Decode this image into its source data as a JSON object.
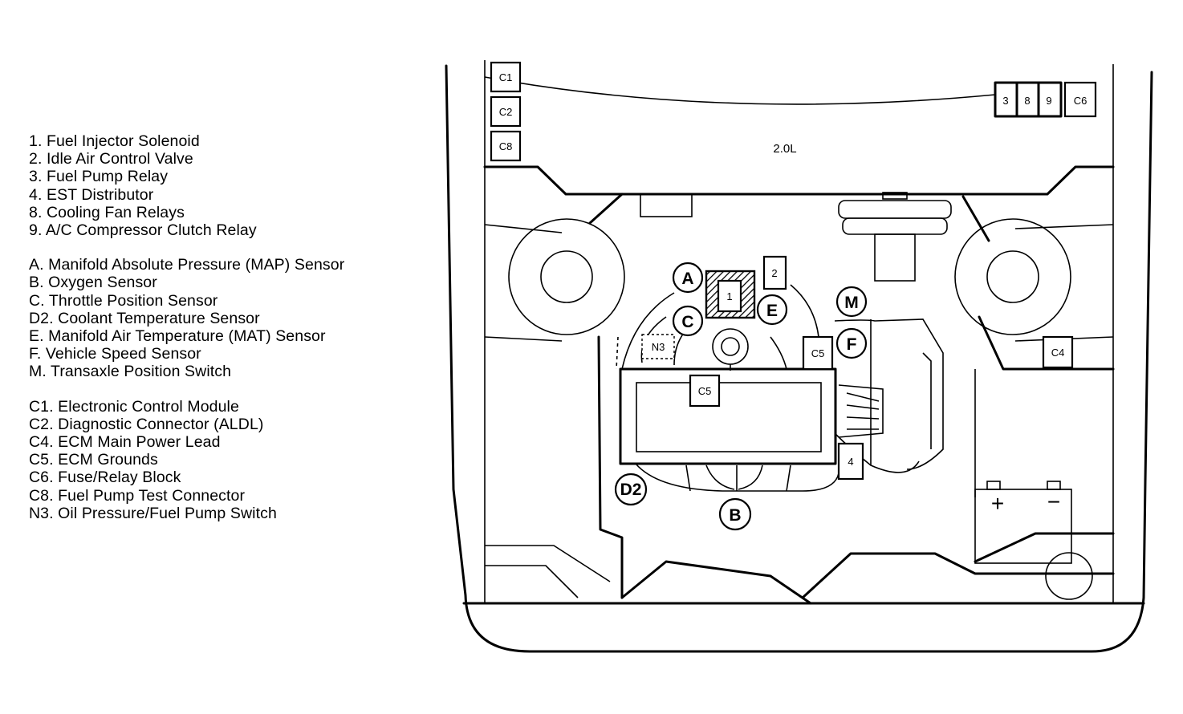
{
  "legend": {
    "groups": [
      {
        "items": [
          "1. Fuel Injector Solenoid",
          "2. Idle Air Control Valve",
          "3. Fuel Pump Relay",
          "4. EST Distributor",
          "8. Cooling Fan Relays",
          "9. A/C Compressor Clutch Relay"
        ]
      },
      {
        "items": [
          "A. Manifold Absolute Pressure (MAP) Sensor",
          "B. Oxygen Sensor",
          "C. Throttle Position Sensor",
          "D2. Coolant Temperature Sensor",
          "E. Manifold Air Temperature (MAT) Sensor",
          "F. Vehicle Speed Sensor",
          "M. Transaxle Position Switch"
        ]
      },
      {
        "items": [
          "C1. Electronic Control Module",
          "C2. Diagnostic Connector (ALDL)",
          "C4. ECM Main Power Lead",
          "C5. ECM Grounds",
          "C6. Fuse/Relay Block",
          "C8. Fuel Pump Test Connector",
          "N3. Oil Pressure/Fuel Pump Switch"
        ]
      }
    ]
  },
  "diagram": {
    "engine_label": "2.0L",
    "boxes": {
      "c1": "C1",
      "c2": "C2",
      "c8": "C8",
      "r3": "3",
      "r8": "8",
      "r9": "9",
      "c6": "C6",
      "c4": "C4",
      "c5a": "C5",
      "c5b": "C5",
      "n3": "N3",
      "inj1": "1",
      "iac2": "2",
      "dist4": "4"
    },
    "circles": {
      "a": "A",
      "b": "B",
      "c": "C",
      "d2": "D2",
      "e": "E",
      "f": "F",
      "m": "M"
    },
    "battery": {
      "plus": "+",
      "minus": "−"
    }
  }
}
